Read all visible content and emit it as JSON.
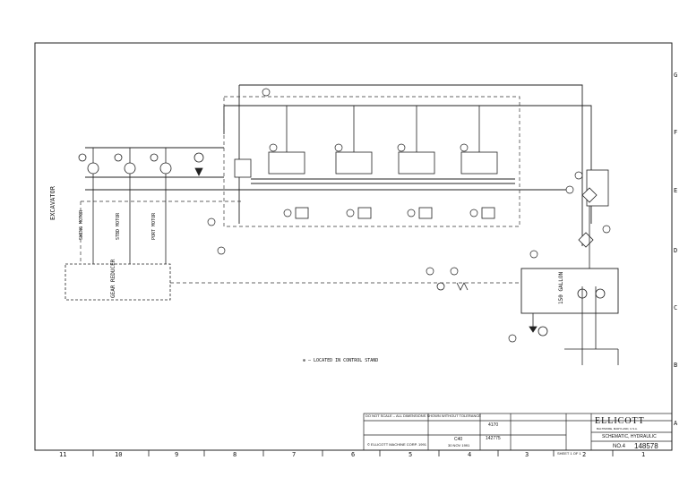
{
  "sheet": {
    "vertical_title": "EXCAVATOR",
    "note": "⊕ – LOCATED IN CONTROL STAND",
    "column_numbers": [
      "11",
      "10",
      "9",
      "8",
      "7",
      "6",
      "5",
      "4",
      "3",
      "2",
      "1"
    ],
    "row_letters": [
      "G",
      "F",
      "E",
      "D",
      "C",
      "B",
      "A"
    ]
  },
  "components": {
    "gear_reducer": "GEAR REDUCER",
    "tank": "150 GALLON",
    "motors": [
      "SWING MOTOR",
      "STBD MOTOR",
      "PORT MOTOR"
    ]
  },
  "title_block": {
    "company": "ELLICOTT",
    "company_sub": "BALTIMORE, MARYLAND, U.S.A.",
    "drawing_title": "SCHEMATIC, HYDRAULIC",
    "size_label": "NO.4",
    "drawing_number": "148578",
    "job_number": "4170",
    "ref_number": "142775",
    "size_code": "C40",
    "date": "30 NOV 1991",
    "warning": "DO NOT SCALE – ALL DIMENSIONS SHOWN WITHOUT TOLERANCE",
    "copyright": "© ELLICOTT MACHINE CORP. 1991",
    "sheet_label": "SHEET 1 OF 1"
  }
}
